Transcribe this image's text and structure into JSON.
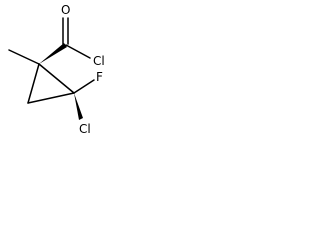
{
  "molecule": {
    "atoms": {
      "oxygen": "O",
      "acyl_chlorine": "Cl",
      "ring_fluorine": "F",
      "ring_chlorine": "Cl"
    },
    "colors": {
      "ink": "#000000",
      "background": "#ffffff"
    }
  }
}
